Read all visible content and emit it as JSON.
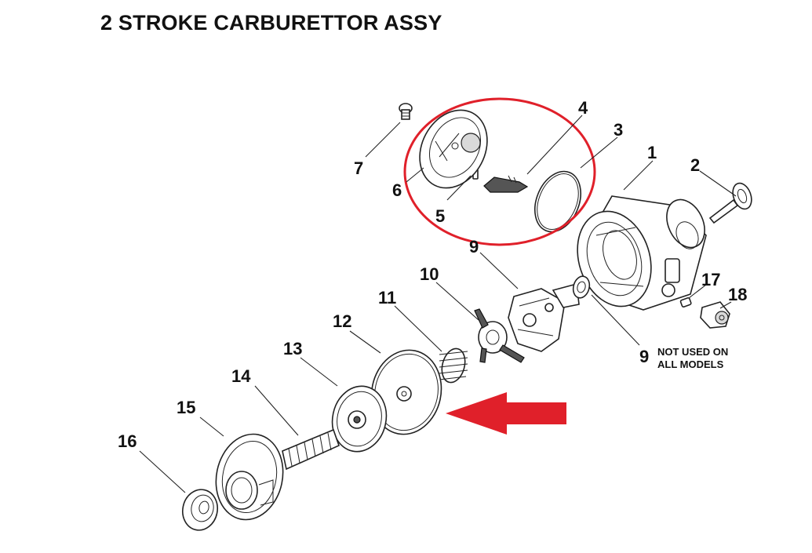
{
  "title": "2 STROKE CARBURETTOR ASSY",
  "callouts": [
    "1",
    "2",
    "3",
    "4",
    "5",
    "6",
    "7",
    "9",
    "9",
    "10",
    "11",
    "12",
    "13",
    "14",
    "15",
    "16",
    "17",
    "18"
  ],
  "note_lines": [
    "NOT USED ON",
    "ALL MODELS"
  ],
  "colors": {
    "highlight": "#e0202a",
    "ink": "#111111",
    "background": "#ffffff"
  }
}
